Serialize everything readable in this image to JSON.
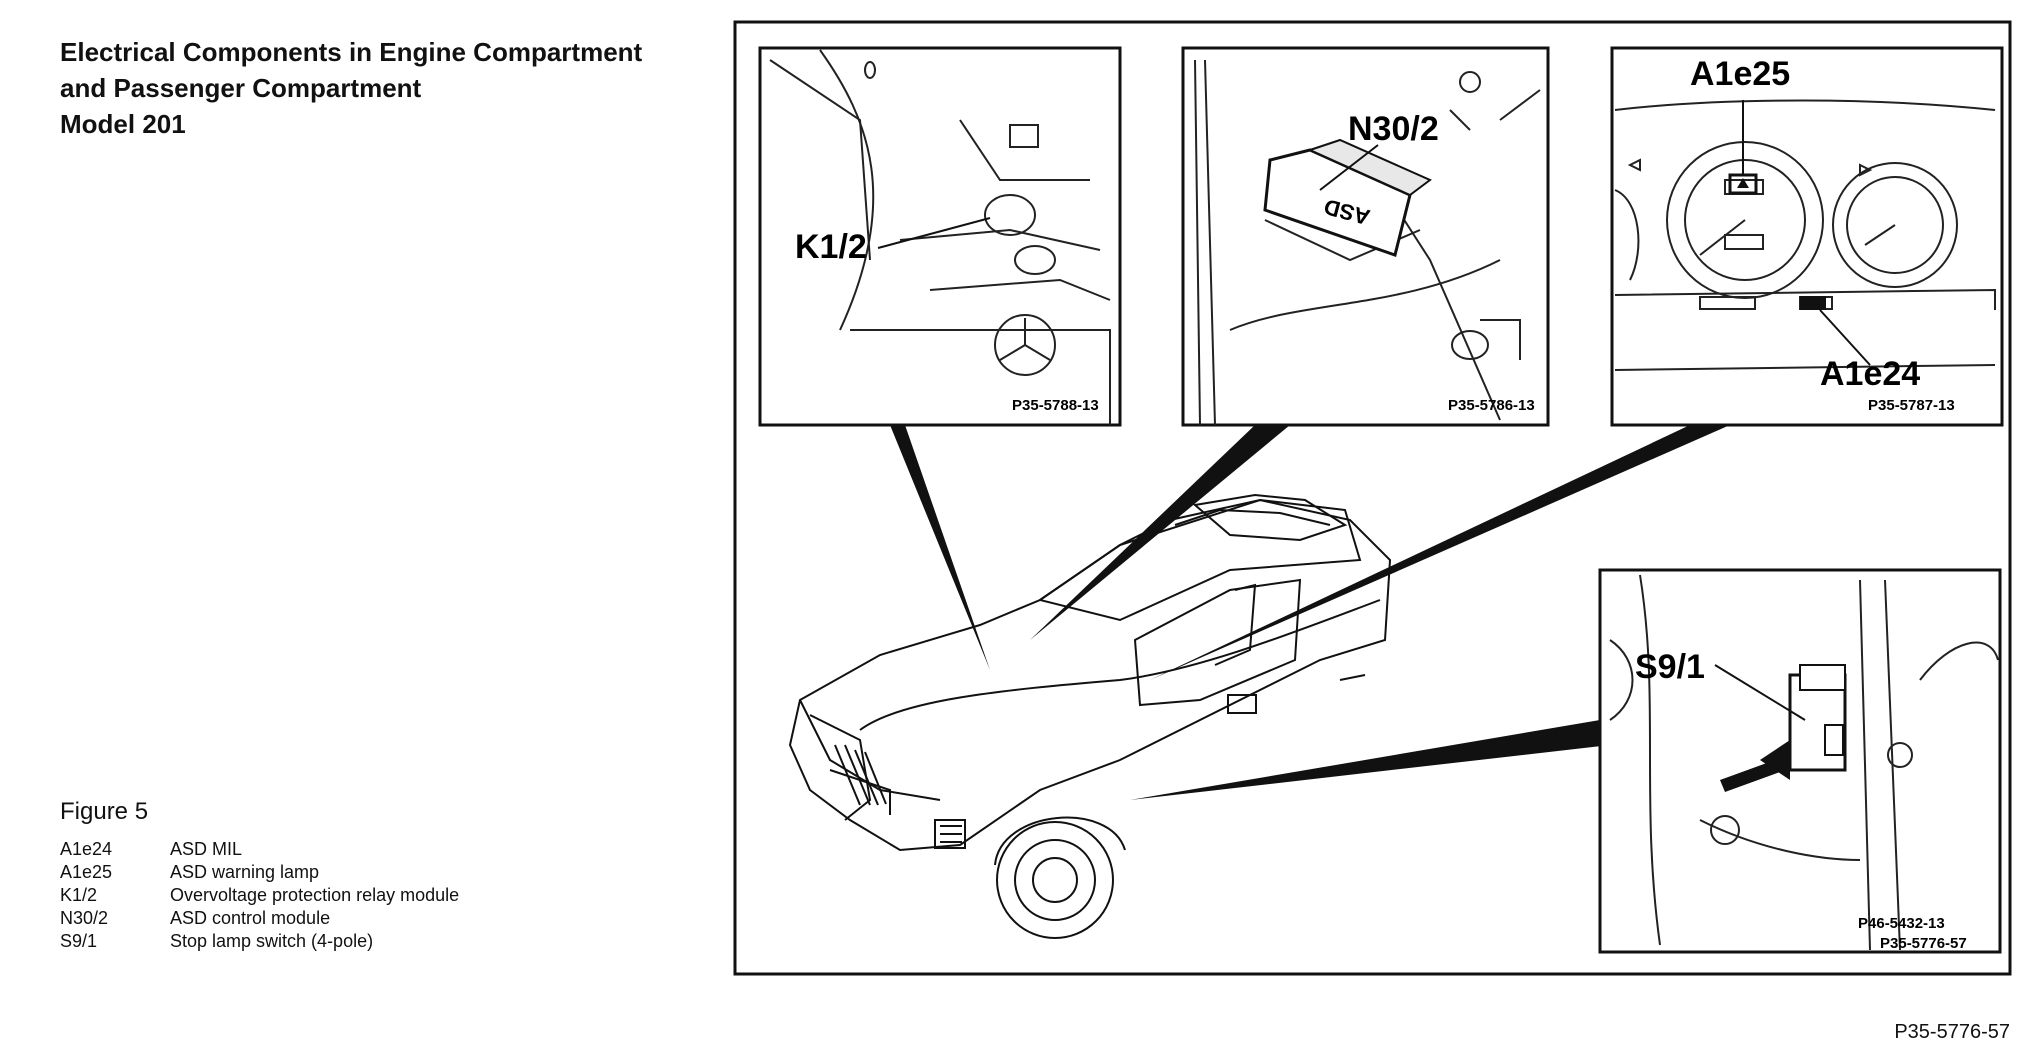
{
  "title": {
    "line1": "Electrical Components in Engine Compartment",
    "line2": "and Passenger Compartment",
    "line3": "Model 201"
  },
  "figure_label": "Figure 5",
  "legend": [
    {
      "code": "A1e24",
      "desc": "ASD MIL"
    },
    {
      "code": "A1e25",
      "desc": "ASD warning lamp"
    },
    {
      "code": "K1/2",
      "desc": "Overvoltage protection relay module"
    },
    {
      "code": "N30/2",
      "desc": "ASD control module"
    },
    {
      "code": "S9/1",
      "desc": "Stop lamp switch (4-pole)"
    }
  ],
  "panels": {
    "k12": {
      "label": "K1/2",
      "ref": "P35-5788-13"
    },
    "n302": {
      "label": "N30/2",
      "ref": "P35-5786-13",
      "module_text": "ASD"
    },
    "cluster": {
      "label_top": "A1e25",
      "label_bottom": "A1e24",
      "ref": "P35-5787-13"
    },
    "s91": {
      "label": "S9/1",
      "ref1": "P46-5432-13",
      "ref2": "P35-5776-57"
    }
  },
  "footer_ref": "P35-5776-57"
}
